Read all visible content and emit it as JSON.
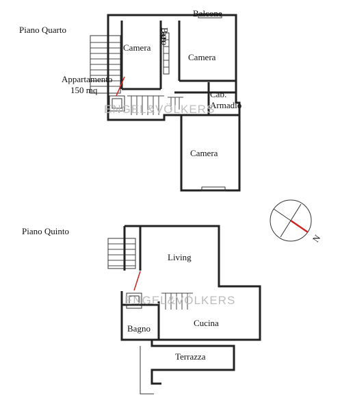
{
  "floors": [
    {
      "title": "Piano Quarto",
      "rooms": [
        "Camera",
        "Bagno",
        "Camera",
        "Cab. Armadio",
        "Camera"
      ],
      "balcony": "Balcone",
      "apartment_note": [
        "Appartamento",
        "150 mq"
      ]
    },
    {
      "title": "Piano Quinto",
      "rooms": [
        "Living",
        "Bagno",
        "Cucina",
        "Terrazza"
      ]
    }
  ],
  "watermark": "ENGEL&VÖLKERS",
  "compass": {
    "north_label": "N",
    "needle_color": "#cc2222"
  },
  "colors": {
    "walls": "#222222",
    "marker": "#cc2222",
    "watermark": "#bdbdbd"
  }
}
